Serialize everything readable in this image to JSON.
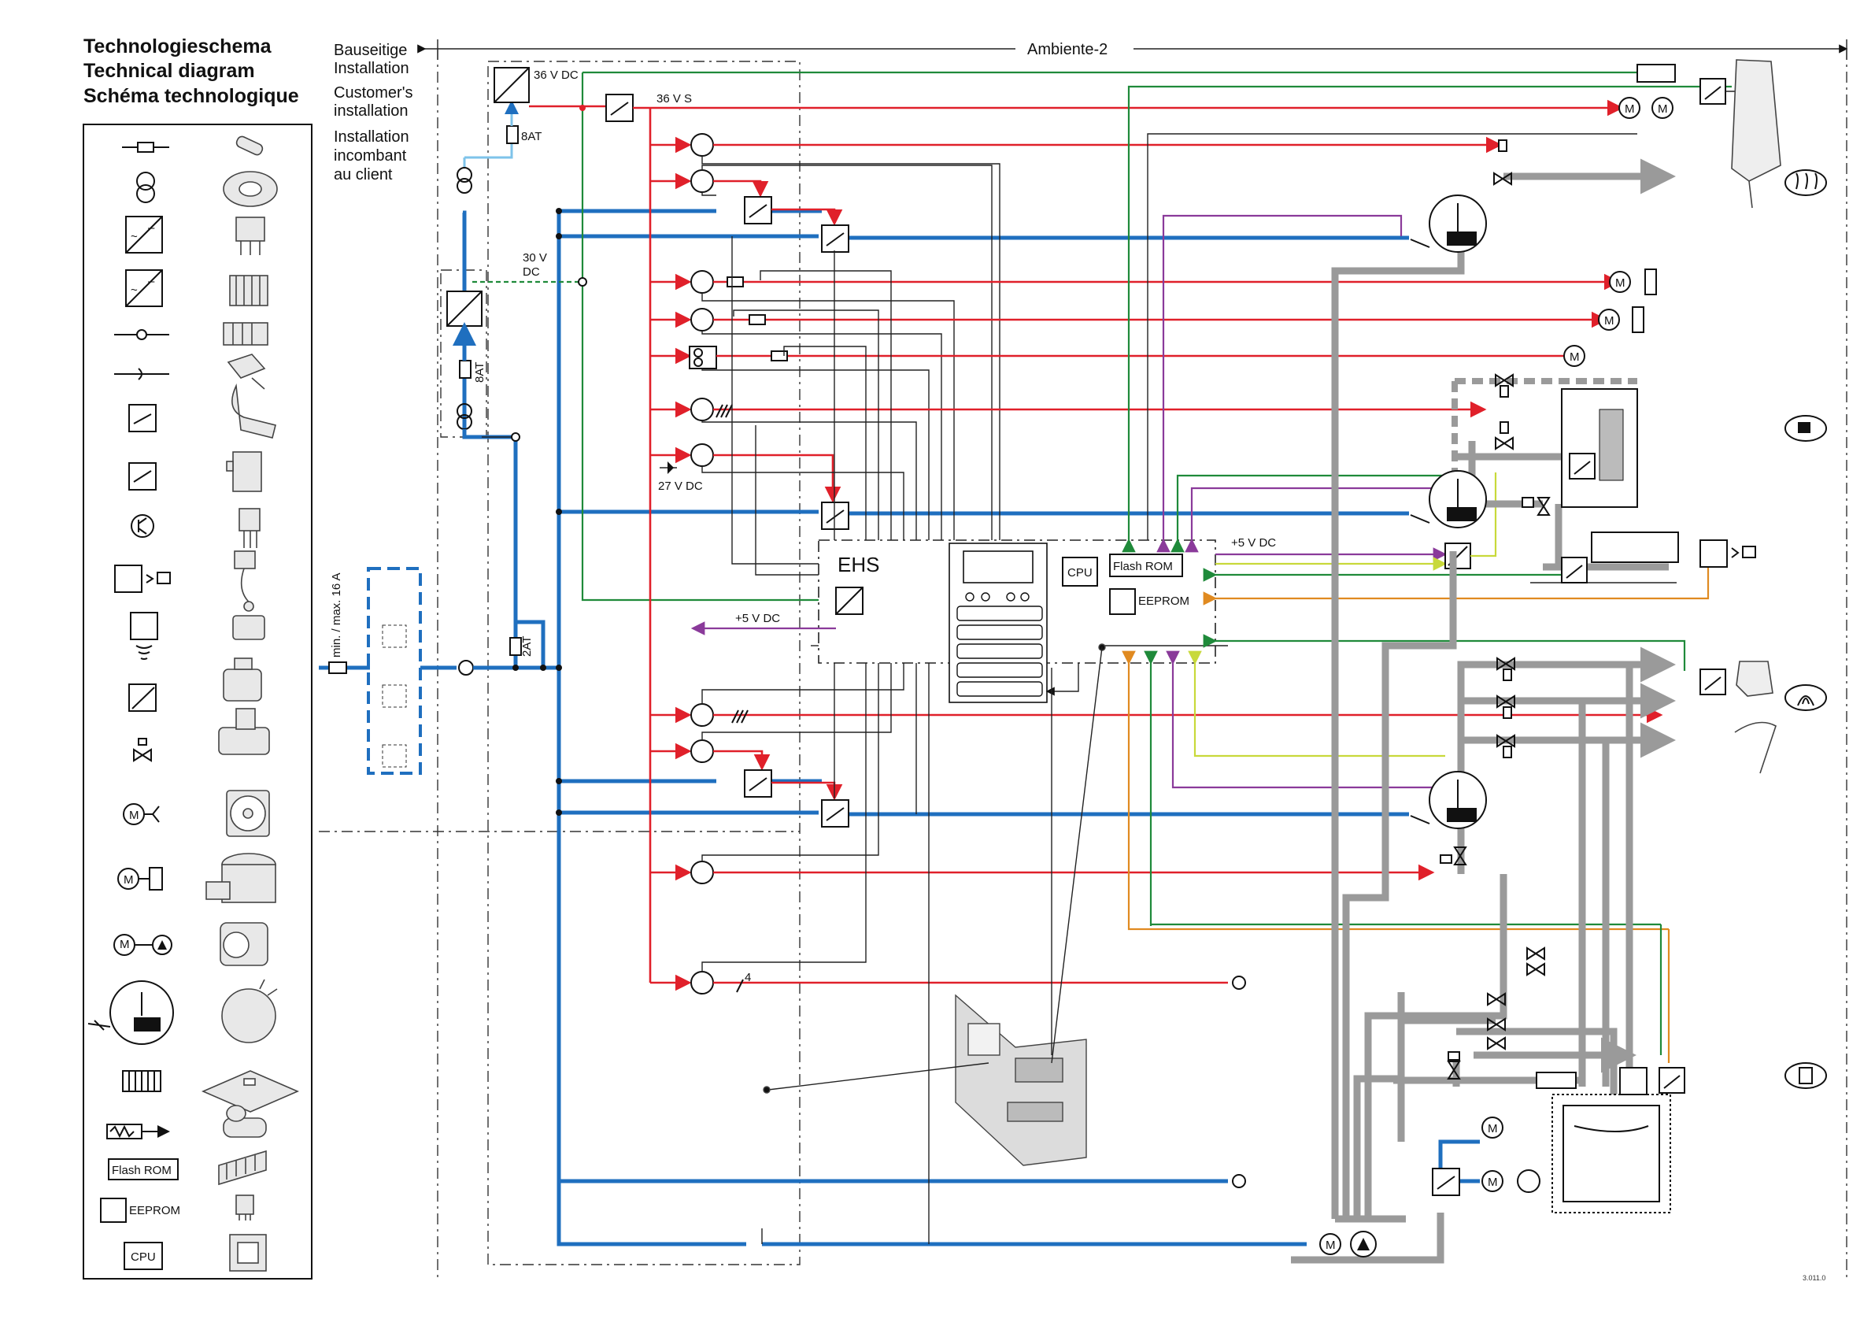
{
  "title": {
    "de": "Technologieschema",
    "en": "Technical diagram",
    "fr": "Schéma technologique"
  },
  "installation": {
    "de_line1": "Bauseitige",
    "de_line2": "Installation",
    "en_line1": "Customer's",
    "en_line2": "installation",
    "fr_line1": "Installation",
    "fr_line2": "incombant",
    "fr_line3": "au client"
  },
  "ambient": "Ambiente-2",
  "labels": {
    "v36dc": "36 V DC",
    "v36s": "36 V S",
    "fuse8at_top": "8AT",
    "v30dc_1": "30 V",
    "v30dc_2": "DC",
    "fuse8at_mid": "8AT",
    "v27dc": "27 V DC",
    "fuse2at": "2AT",
    "mains": "min. / max. 16 A",
    "v5dc_left": "+5 V DC",
    "v5dc_right": "+5 V DC",
    "ehs": "EHS",
    "cpu": "CPU",
    "flash_rom": "Flash ROM",
    "eeprom": "EEPROM",
    "bus4": "4",
    "doc_no": "3.011.0"
  },
  "legend": {
    "flash_rom": "Flash ROM",
    "eeprom": "EEPROM",
    "cpu": "CPU",
    "motor": "M"
  },
  "icons": [
    "hot-water-icon",
    "coffee-cup-icon",
    "steam-icon",
    "water-tank-icon"
  ],
  "colors": {
    "power_36v": "#e0202a",
    "mains": "#1f6fbf",
    "low_voltage": "#7ec3ea",
    "sensor_green": "#1f8a3a",
    "sensor_purple": "#8a3a9a",
    "sensor_orange": "#e08a20",
    "sensor_yellow": "#c8d93a",
    "hydraulic": "#9a9a9a"
  }
}
